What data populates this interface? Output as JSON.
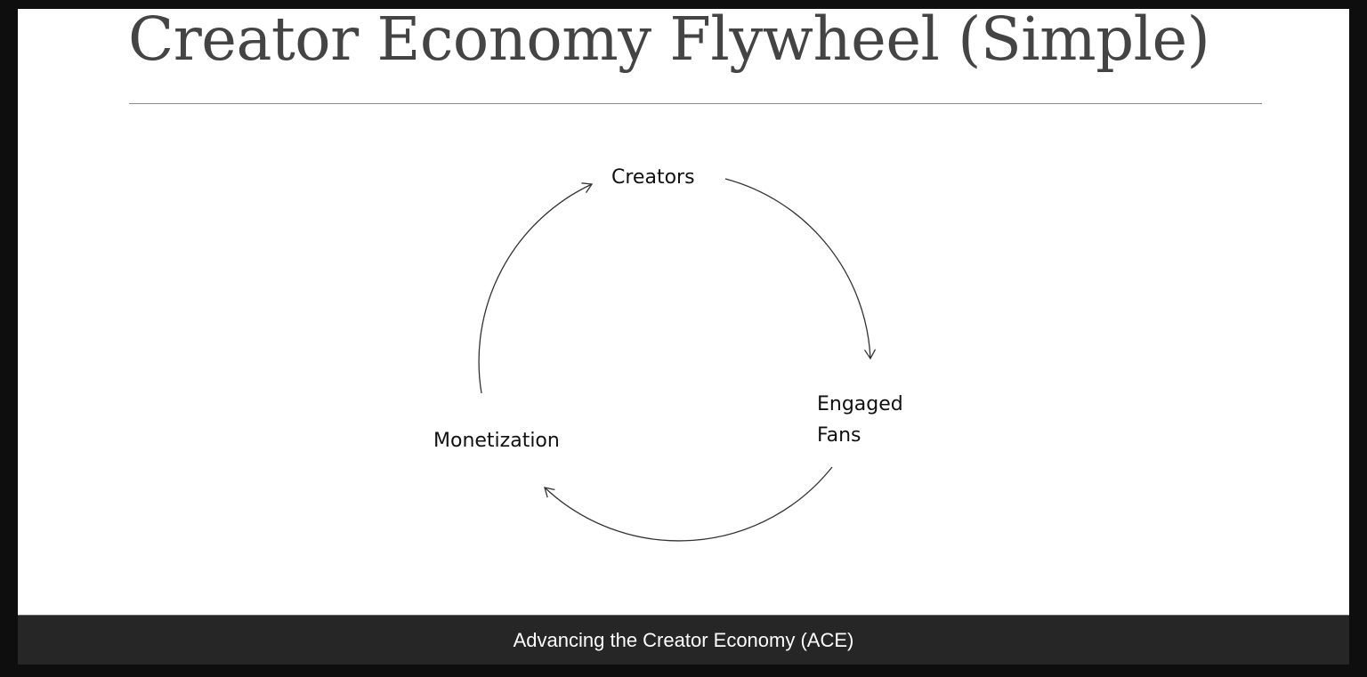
{
  "slide": {
    "title": "Creator Economy Flywheel (Simple)",
    "footer": "Advancing the Creator Economy (ACE)"
  },
  "diagram": {
    "type": "cycle",
    "nodes": [
      {
        "id": "creators",
        "label": "Creators"
      },
      {
        "id": "engaged-fans",
        "label_line1": "Engaged",
        "label_line2": "Fans"
      },
      {
        "id": "monetization",
        "label": "Monetization"
      }
    ],
    "edges": [
      {
        "from": "creators",
        "to": "engaged-fans"
      },
      {
        "from": "engaged-fans",
        "to": "monetization"
      },
      {
        "from": "monetization",
        "to": "creators"
      }
    ]
  },
  "colors": {
    "background": "#0e0e0e",
    "slide": "#ffffff",
    "title": "#444444",
    "footer_bar": "#262626",
    "footer_text": "#ffffff",
    "arrow": "#333333"
  }
}
